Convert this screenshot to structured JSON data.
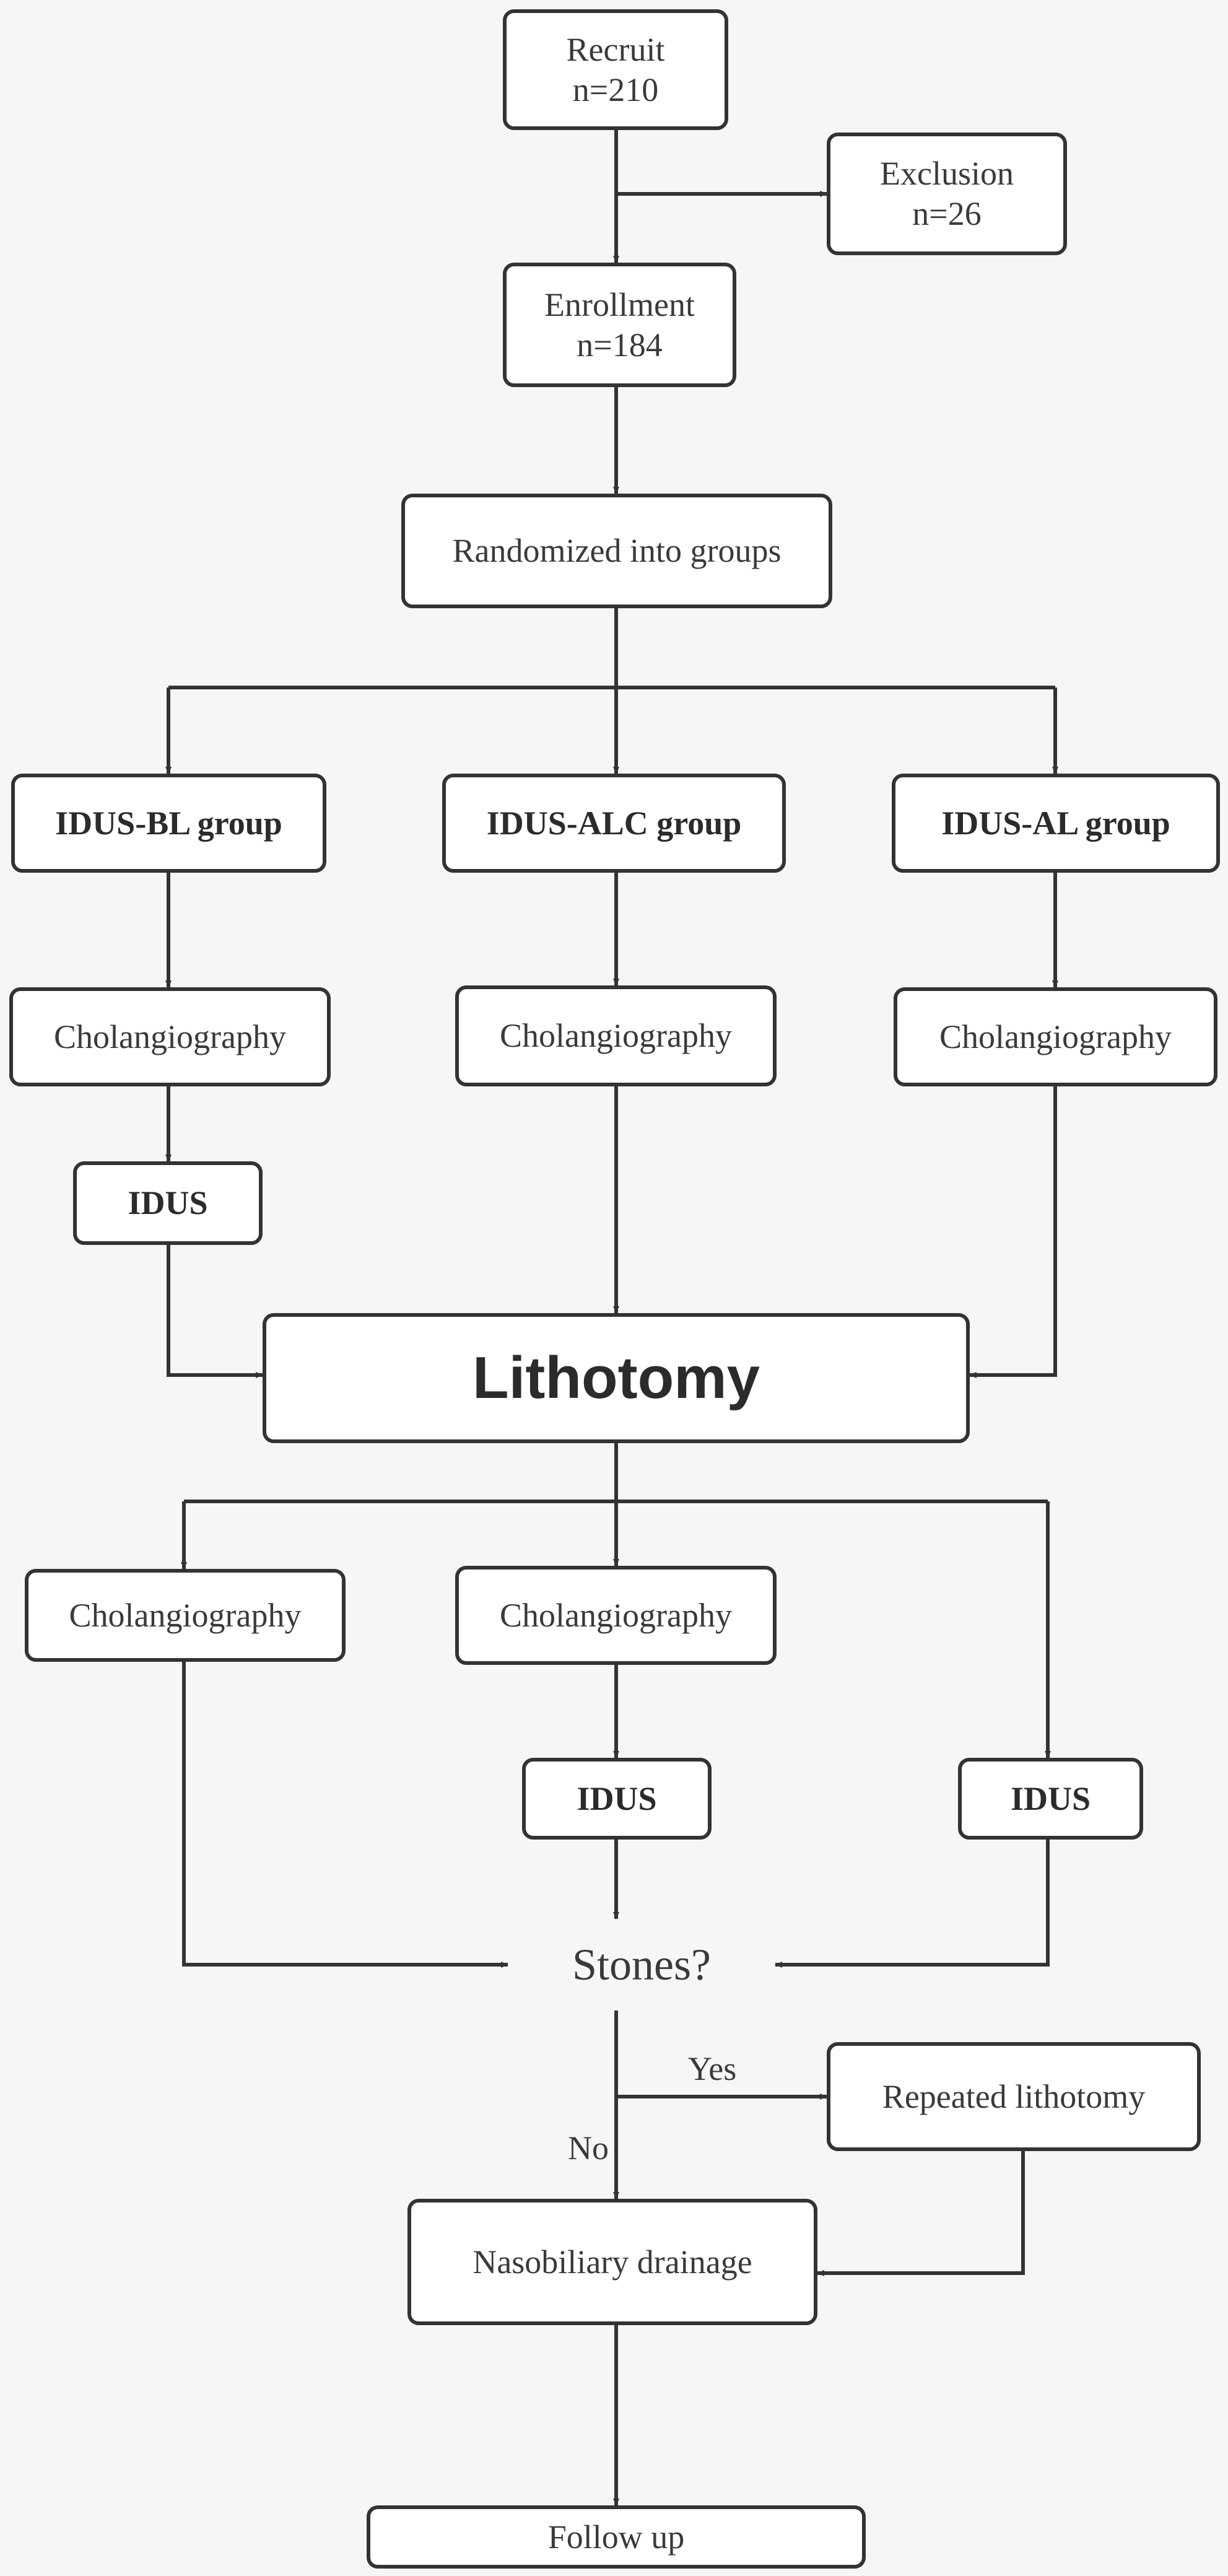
{
  "nodes": {
    "recruit": {
      "title": "Recruit",
      "value": "n=210"
    },
    "exclusion": {
      "title": "Exclusion",
      "value": "n=26"
    },
    "enrollment": {
      "title": "Enrollment",
      "value": "n=184"
    },
    "randomized": "Randomized into groups",
    "groups": {
      "bl": "IDUS-BL group",
      "alc": "IDUS-ALC group",
      "al": "IDUS-AL group"
    },
    "pre_cholangiography": {
      "bl": "Cholangiography",
      "alc": "Cholangiography",
      "al": "Cholangiography"
    },
    "pre_idus_bl": "IDUS",
    "lithotomy": "Lithotomy",
    "post_cholangiography": {
      "left": "Cholangiography",
      "middle": "Cholangiography"
    },
    "post_idus": {
      "middle": "IDUS",
      "right": "IDUS"
    },
    "stones": "Stones?",
    "repeated_lithotomy": "Repeated lithotomy",
    "nasobiliary_drainage": "Nasobiliary drainage",
    "follow_up": "Follow up"
  },
  "edge_labels": {
    "yes": "Yes",
    "no": "No"
  },
  "colors": {
    "background": "#f6f6f6",
    "box_fill": "#ffffff",
    "line": "#333333",
    "text": "#3a3a3a"
  }
}
